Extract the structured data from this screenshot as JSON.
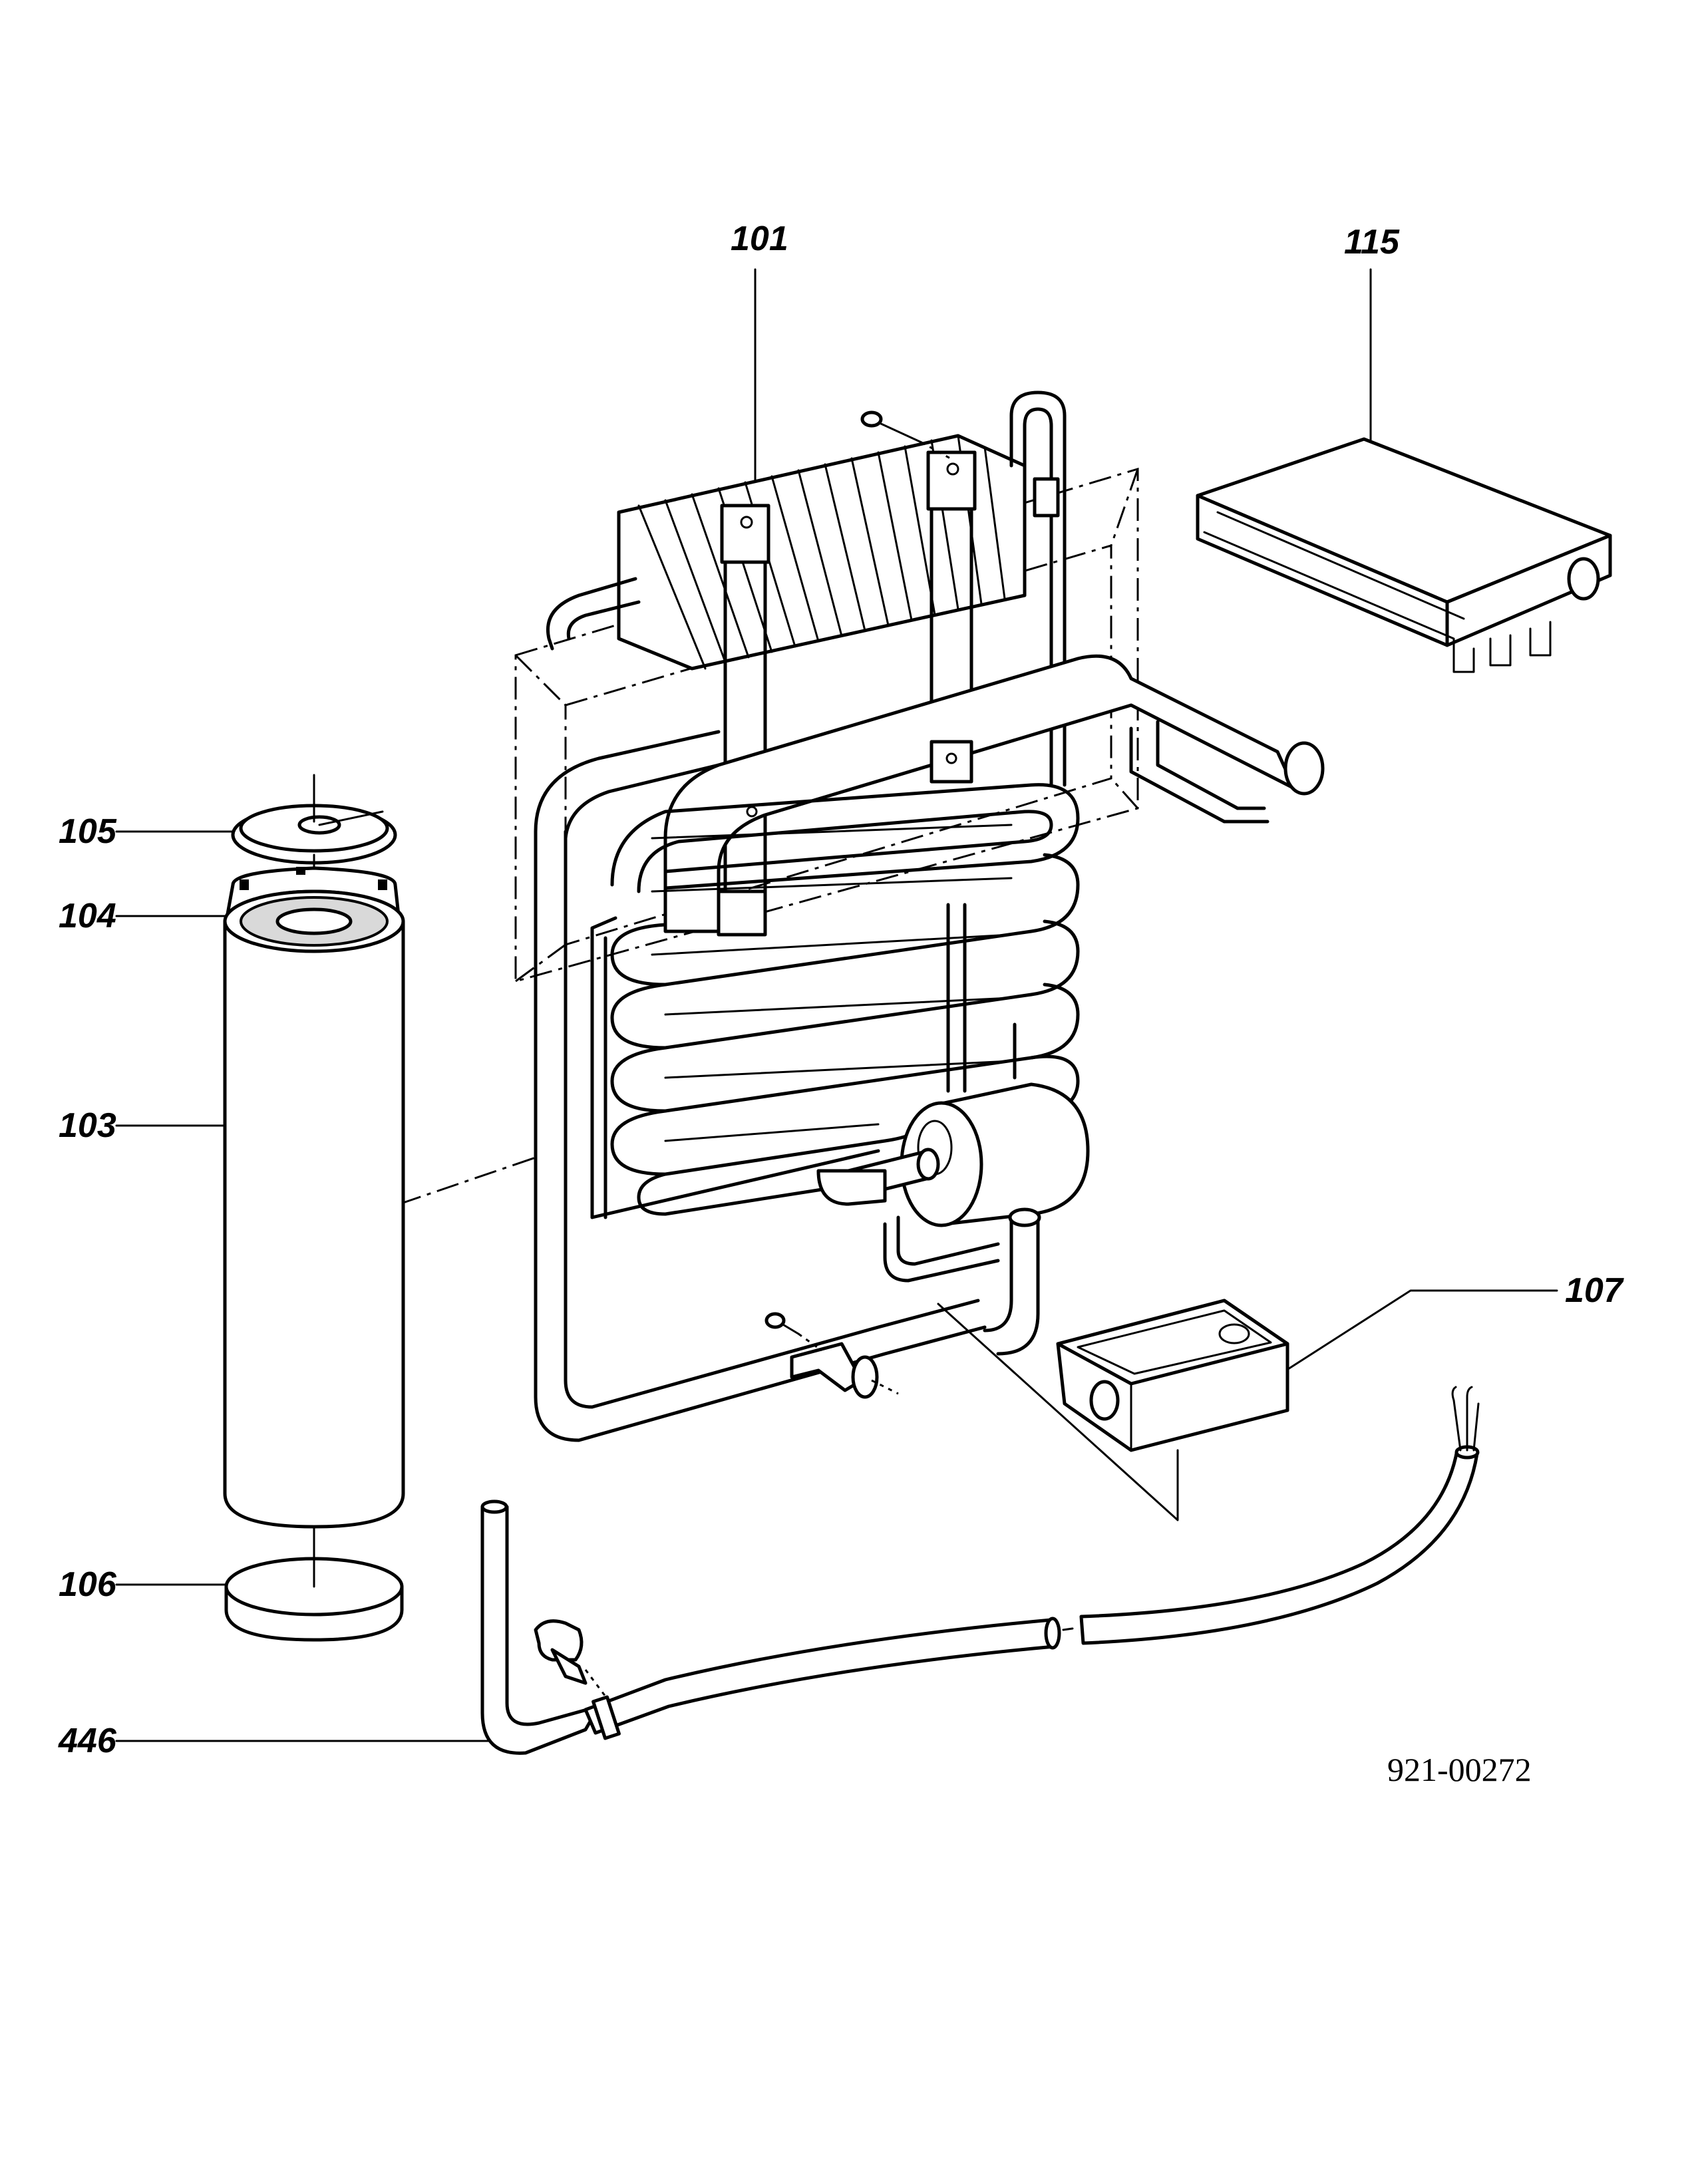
{
  "diagram": {
    "parts": [
      {
        "id": "p101",
        "label": "101"
      },
      {
        "id": "p115",
        "label": "115"
      },
      {
        "id": "p105",
        "label": "105"
      },
      {
        "id": "p104",
        "label": "104"
      },
      {
        "id": "p103",
        "label": "103"
      },
      {
        "id": "p107",
        "label": "107"
      },
      {
        "id": "p106",
        "label": "106"
      },
      {
        "id": "p446",
        "label": "446"
      }
    ],
    "drawing_number": "921-00272"
  },
  "colors": {
    "line": "#000000",
    "background": "#ffffff"
  }
}
